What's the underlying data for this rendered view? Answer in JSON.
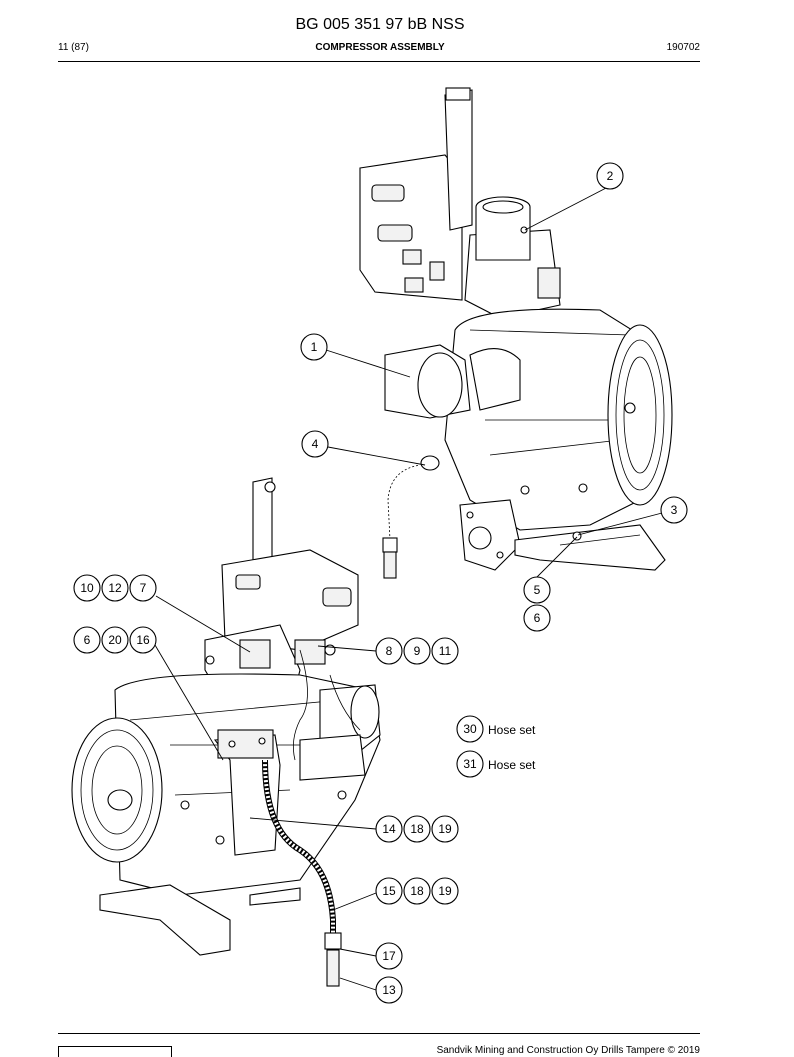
{
  "header": {
    "document_number": "BG 005 351 97 bB NSS",
    "page": "11 (87)",
    "title": "COMPRESSOR ASSEMBLY",
    "code": "190702"
  },
  "callouts": {
    "c1": "1",
    "c2": "2",
    "c3": "3",
    "c4": "4",
    "c5": "5",
    "c6a": "6",
    "c10": "10",
    "c12": "12",
    "c7": "7",
    "c6b": "6",
    "c20": "20",
    "c16": "16",
    "c8": "8",
    "c9": "9",
    "c11": "11",
    "c30": "30",
    "c31": "31",
    "c14": "14",
    "c18a": "18",
    "c19a": "19",
    "c15": "15",
    "c18b": "18",
    "c19b": "19",
    "c17": "17",
    "c13": "13"
  },
  "hose_sets": [
    {
      "number": "30",
      "label": "Hose set"
    },
    {
      "number": "31",
      "label": "Hose set"
    }
  ],
  "footer": {
    "copyright": "Sandvik Mining and Construction Oy Drills Tampere © 2019"
  }
}
